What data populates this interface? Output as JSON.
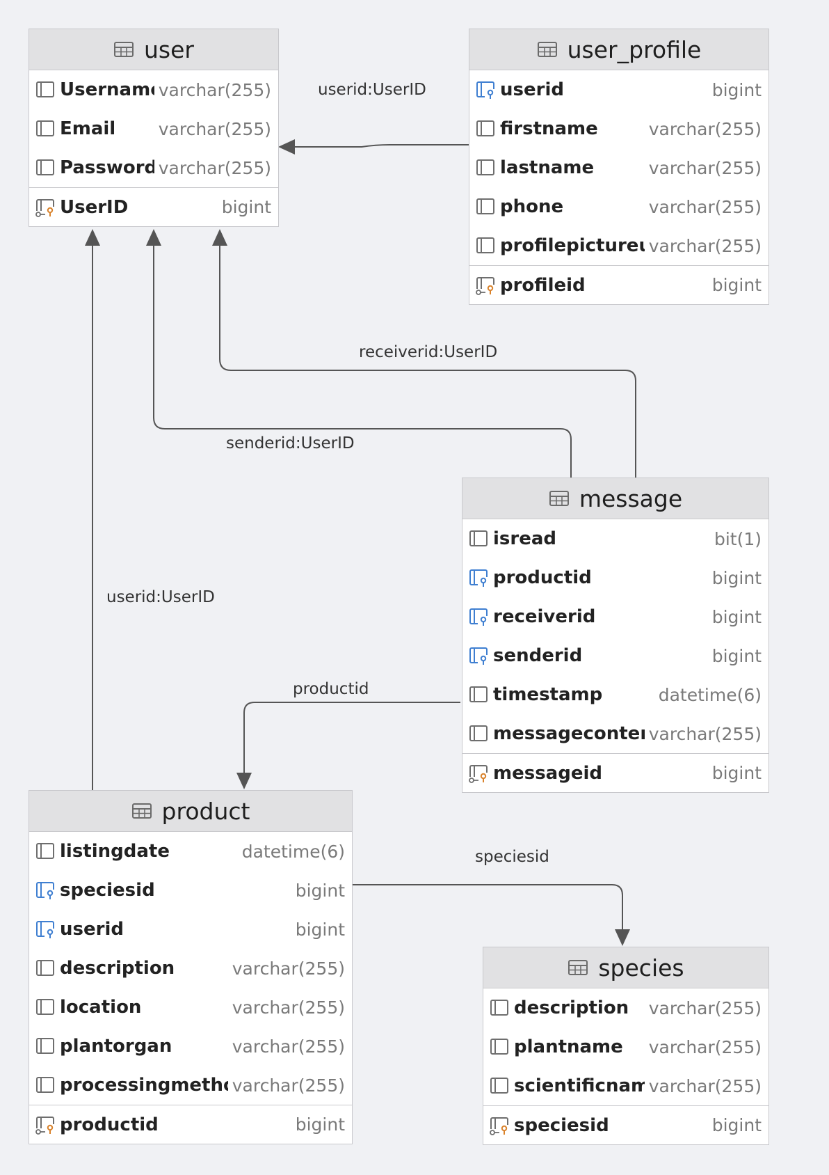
{
  "tables": {
    "user": {
      "name": "user",
      "columns": [
        {
          "name": "Username",
          "type": "varchar(255)",
          "icon": "column-icon"
        },
        {
          "name": "Email",
          "type": "varchar(255)",
          "icon": "column-icon"
        },
        {
          "name": "Password",
          "type": "varchar(255)",
          "icon": "column-icon"
        }
      ],
      "pk": {
        "name": "UserID",
        "type": "bigint",
        "icon": "primary-key-icon"
      }
    },
    "user_profile": {
      "name": "user_profile",
      "columns": [
        {
          "name": "userid",
          "type": "bigint",
          "icon": "foreign-key-icon"
        },
        {
          "name": "firstname",
          "type": "varchar(255)",
          "icon": "column-icon"
        },
        {
          "name": "lastname",
          "type": "varchar(255)",
          "icon": "column-icon"
        },
        {
          "name": "phone",
          "type": "varchar(255)",
          "icon": "column-icon"
        },
        {
          "name": "profilepictureur",
          "type": "varchar(255)",
          "icon": "column-icon"
        }
      ],
      "pk": {
        "name": "profileid",
        "type": "bigint",
        "icon": "primary-key-icon"
      }
    },
    "message": {
      "name": "message",
      "columns": [
        {
          "name": "isread",
          "type": "bit(1)",
          "icon": "column-icon"
        },
        {
          "name": "productid",
          "type": "bigint",
          "icon": "foreign-key-icon"
        },
        {
          "name": "receiverid",
          "type": "bigint",
          "icon": "foreign-key-icon"
        },
        {
          "name": "senderid",
          "type": "bigint",
          "icon": "foreign-key-icon"
        },
        {
          "name": "timestamp",
          "type": "datetime(6)",
          "icon": "column-icon"
        },
        {
          "name": "messageconten",
          "type": "varchar(255)",
          "icon": "column-icon"
        }
      ],
      "pk": {
        "name": "messageid",
        "type": "bigint",
        "icon": "primary-key-icon"
      }
    },
    "product": {
      "name": "product",
      "columns": [
        {
          "name": "listingdate",
          "type": "datetime(6)",
          "icon": "column-icon"
        },
        {
          "name": "speciesid",
          "type": "bigint",
          "icon": "foreign-key-icon"
        },
        {
          "name": "userid",
          "type": "bigint",
          "icon": "foreign-key-icon"
        },
        {
          "name": "description",
          "type": "varchar(255)",
          "icon": "column-icon"
        },
        {
          "name": "location",
          "type": "varchar(255)",
          "icon": "column-icon"
        },
        {
          "name": "plantorgan",
          "type": "varchar(255)",
          "icon": "column-icon"
        },
        {
          "name": "processingmethoc",
          "type": "varchar(255)",
          "icon": "column-icon"
        }
      ],
      "pk": {
        "name": "productid",
        "type": "bigint",
        "icon": "primary-key-icon"
      }
    },
    "species": {
      "name": "species",
      "columns": [
        {
          "name": "description",
          "type": "varchar(255)",
          "icon": "column-icon"
        },
        {
          "name": "plantname",
          "type": "varchar(255)",
          "icon": "column-icon"
        },
        {
          "name": "scientificname",
          "type": "varchar(255)",
          "icon": "column-icon"
        }
      ],
      "pk": {
        "name": "speciesid",
        "type": "bigint",
        "icon": "primary-key-icon"
      }
    }
  },
  "relations": {
    "profile_user": "userid:UserID",
    "message_receiver": "receiverid:UserID",
    "message_sender": "senderid:UserID",
    "product_user": "userid:UserID",
    "message_product": "productid",
    "product_species": "speciesid"
  },
  "colors": {
    "background": "#f0f1f4",
    "header": "#e1e1e3",
    "edge": "#555555",
    "fk_icon": "#3f7fd1",
    "pk_icon": "#d9822b"
  }
}
